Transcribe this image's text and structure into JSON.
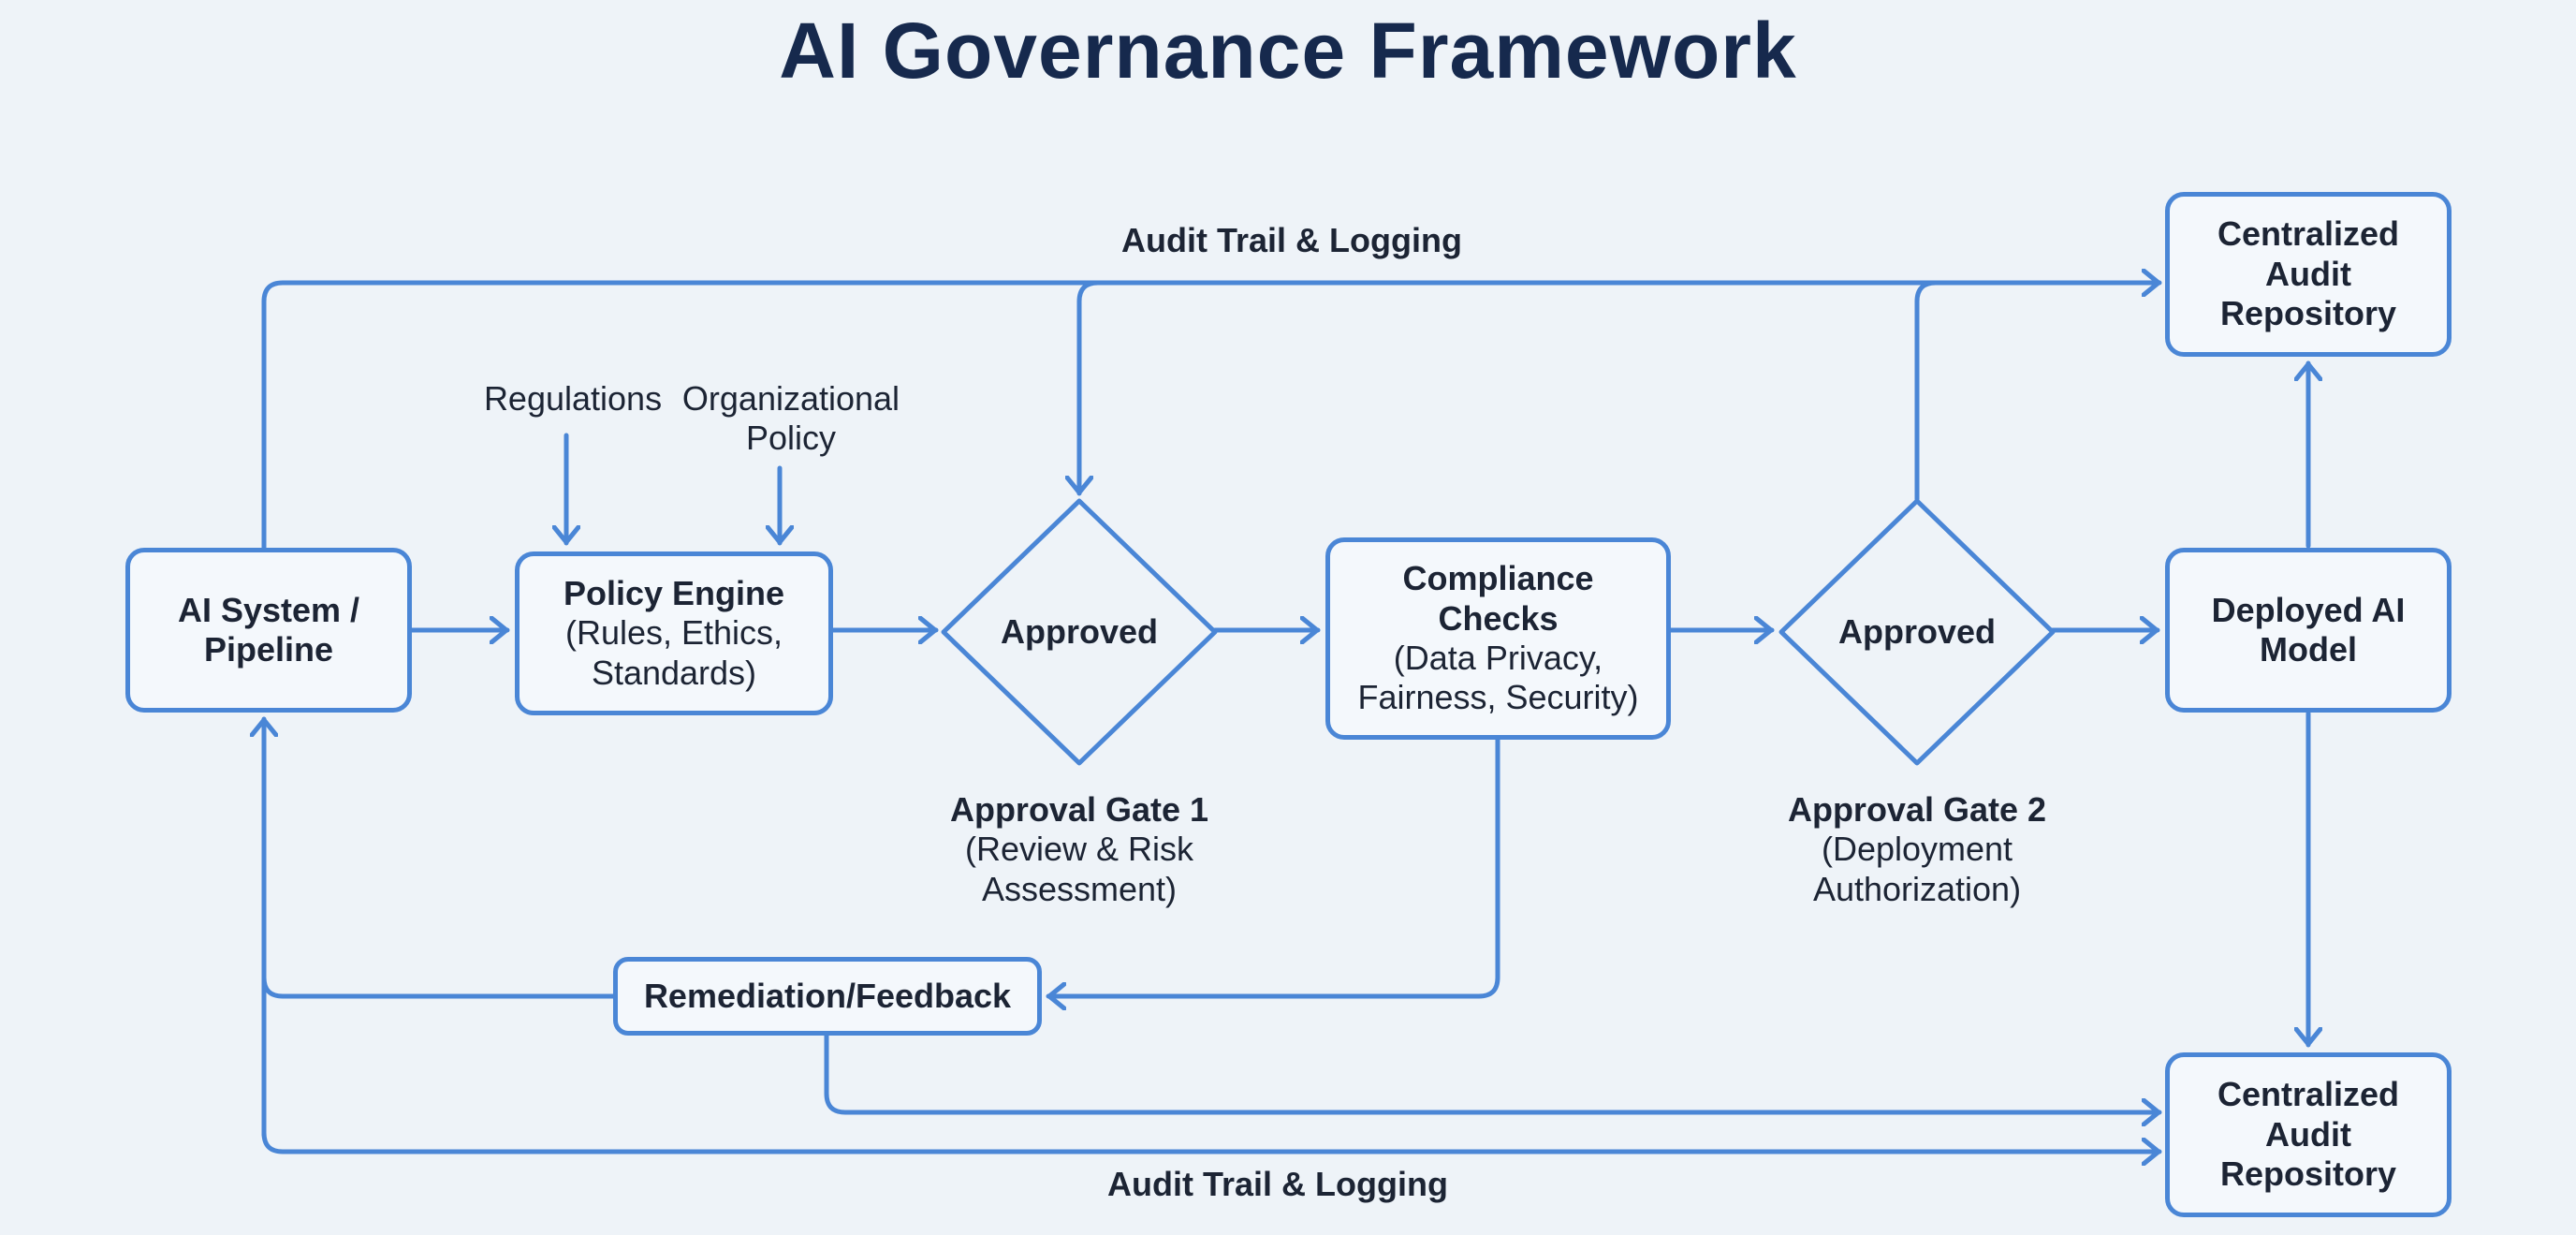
{
  "title": "AI Governance Framework",
  "colors": {
    "stroke": "#4a86d6",
    "background": "#eef3f8",
    "title": "#16294d",
    "text": "#1c2434"
  },
  "nodes": {
    "ai_system": {
      "line1": "AI System /",
      "line2": "Pipeline"
    },
    "policy_engine": {
      "title": "Policy Engine",
      "line1": "(Rules, Ethics,",
      "line2": "Standards)"
    },
    "gate1": {
      "label": "Approved",
      "caption_title": "Approval Gate 1",
      "caption_line1": "(Review & Risk",
      "caption_line2": "Assessment)"
    },
    "compliance": {
      "title1": "Compliance",
      "title2": "Checks",
      "line1": "(Data Privacy,",
      "line2": "Fairness, Security)"
    },
    "gate2": {
      "label": "Approved",
      "caption_title": "Approval Gate 2",
      "caption_line1": "(Deployment",
      "caption_line2": "Authorization)"
    },
    "deployed": {
      "line1": "Deployed AI",
      "line2": "Model"
    },
    "audit_top": {
      "line1": "Centralized",
      "line2": "Audit",
      "line3": "Repository"
    },
    "audit_bottom": {
      "line1": "Centralized",
      "line2": "Audit",
      "line3": "Repository"
    },
    "remediation": {
      "label": "Remediation/Feedback"
    }
  },
  "inputs": {
    "regulations": "Regulations",
    "org_policy_line1": "Organizational",
    "org_policy_line2": "Policy"
  },
  "edge_labels": {
    "audit_top": "Audit Trail & Logging",
    "audit_bottom": "Audit Trail & Logging"
  }
}
